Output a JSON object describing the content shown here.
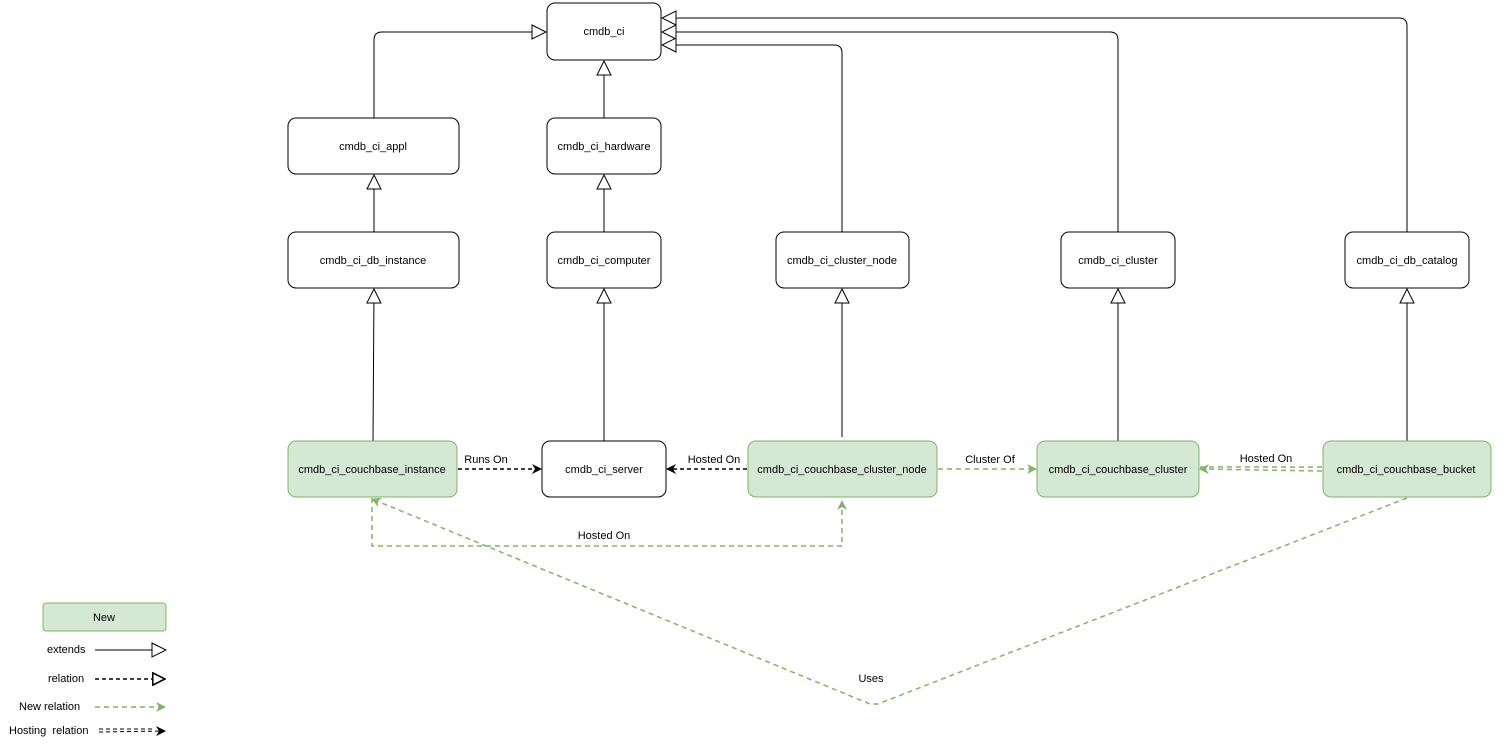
{
  "nodes": {
    "cmdb_ci": "cmdb_ci",
    "cmdb_ci_appl": "cmdb_ci_appl",
    "cmdb_ci_hardware": "cmdb_ci_hardware",
    "cmdb_ci_db_instance": "cmdb_ci_db_instance",
    "cmdb_ci_computer": "cmdb_ci_computer",
    "cmdb_ci_cluster_node": "cmdb_ci_cluster_node",
    "cmdb_ci_cluster": "cmdb_ci_cluster",
    "cmdb_ci_db_catalog": "cmdb_ci_db_catalog",
    "cmdb_ci_couchbase_instance": "cmdb_ci_couchbase_instance",
    "cmdb_ci_server": "cmdb_ci_server",
    "cmdb_ci_couchbase_cluster_node": "cmdb_ci_couchbase_cluster_node",
    "cmdb_ci_couchbase_cluster": "cmdb_ci_couchbase_cluster",
    "cmdb_ci_couchbase_bucket": "cmdb_ci_couchbase_bucket"
  },
  "edges": {
    "runs_on": "Runs On",
    "hosted_on_server": "Hosted On",
    "cluster_of": "Cluster Of",
    "hosted_on_cluster": "Hosted On",
    "hosted_on_node": "Hosted On",
    "uses": "Uses"
  },
  "legend": {
    "new": "New",
    "extends": "extends",
    "relation": "relation",
    "new_relation": "New relation",
    "hosting_relation": "Hosting  relation"
  },
  "colors": {
    "new_fill": "#d5e8d4",
    "new_stroke": "#82b366",
    "line": "#000000"
  }
}
